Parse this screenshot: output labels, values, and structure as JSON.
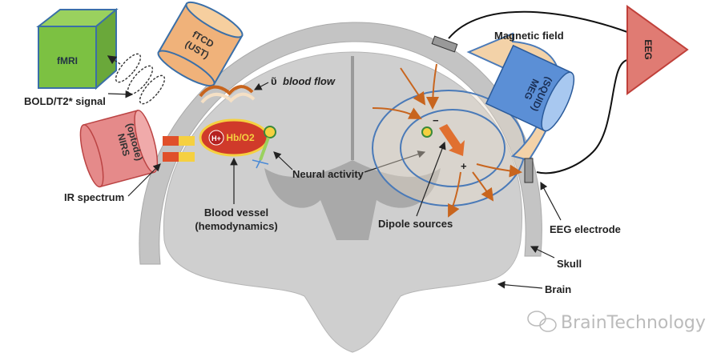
{
  "labels": {
    "fmri": "fMRI",
    "bold": "BOLD/T2* signal",
    "ftcd_line1": "fTCD",
    "ftcd_line2": "(UST)",
    "blood_flow_symbol": "ῦ",
    "blood_flow": "blood flow",
    "nirs_line1": "NIRS",
    "nirs_line2": "(optode)",
    "ir_spectrum": "IR spectrum",
    "hplus": "H+",
    "hb_o2": "Hb/O2",
    "neural_activity": "Neural activity",
    "blood_vessel": "Blood vessel",
    "hemodynamics": "(hemodynamics)",
    "magnetic_field": "Magnetic field",
    "meg_line1": "MEG",
    "meg_line2": "(SQUID)",
    "eeg": "EEG",
    "minus": "−",
    "plus": "+",
    "dipole_sources": "Dipole sources",
    "eeg_electrode": "EEG electrode",
    "skull": "Skull",
    "brain": "Brain"
  },
  "watermark": "BrainTechnology",
  "colors": {
    "fmri": "#7cc142",
    "ftcd": "#f0b27a",
    "nirs": "#e58a8a",
    "meg": "#5b8fd6",
    "eeg": "#e07b73",
    "magnetic_field": "#f3d2a8",
    "field_lines": "#4a7ab8",
    "current_arrows": "#c8651e",
    "brain": "#c9c9c9",
    "skull": "#bdbdbd"
  }
}
